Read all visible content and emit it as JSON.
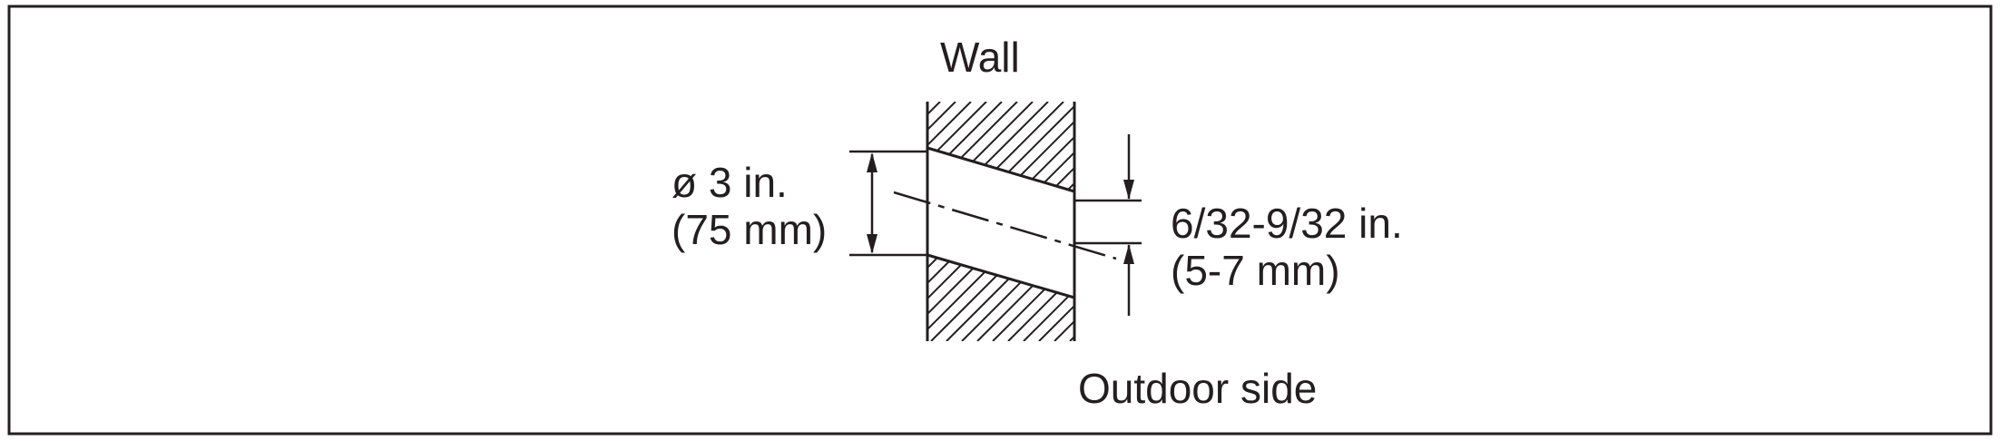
{
  "diagram": {
    "labels": {
      "wall": "Wall",
      "diameter_imperial": "ø 3 in.",
      "diameter_metric": "(75 mm)",
      "slope_imperial": "6/32-9/32 in.",
      "slope_metric": "(5-7 mm)",
      "outdoor_side": "Outdoor side"
    },
    "colors": {
      "line": "#231f20",
      "background": "#ffffff"
    }
  }
}
